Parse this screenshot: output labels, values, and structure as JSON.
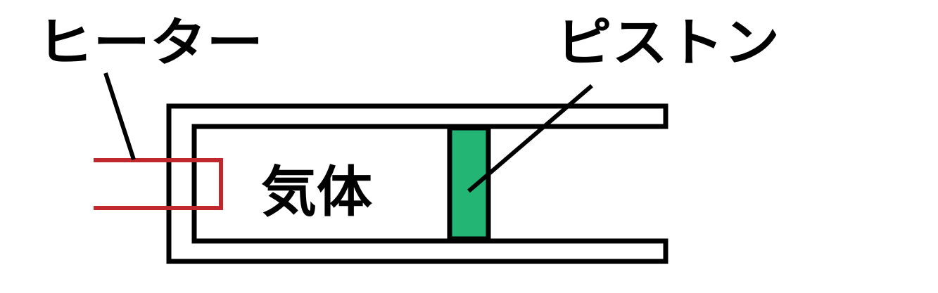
{
  "labels": {
    "heater": "ヒーター",
    "piston": "ピストン",
    "gas": "気体"
  },
  "colors": {
    "outline": "#000000",
    "heater_wire": "#c0282d",
    "piston_fill": "#22b573",
    "background": "#ffffff"
  }
}
